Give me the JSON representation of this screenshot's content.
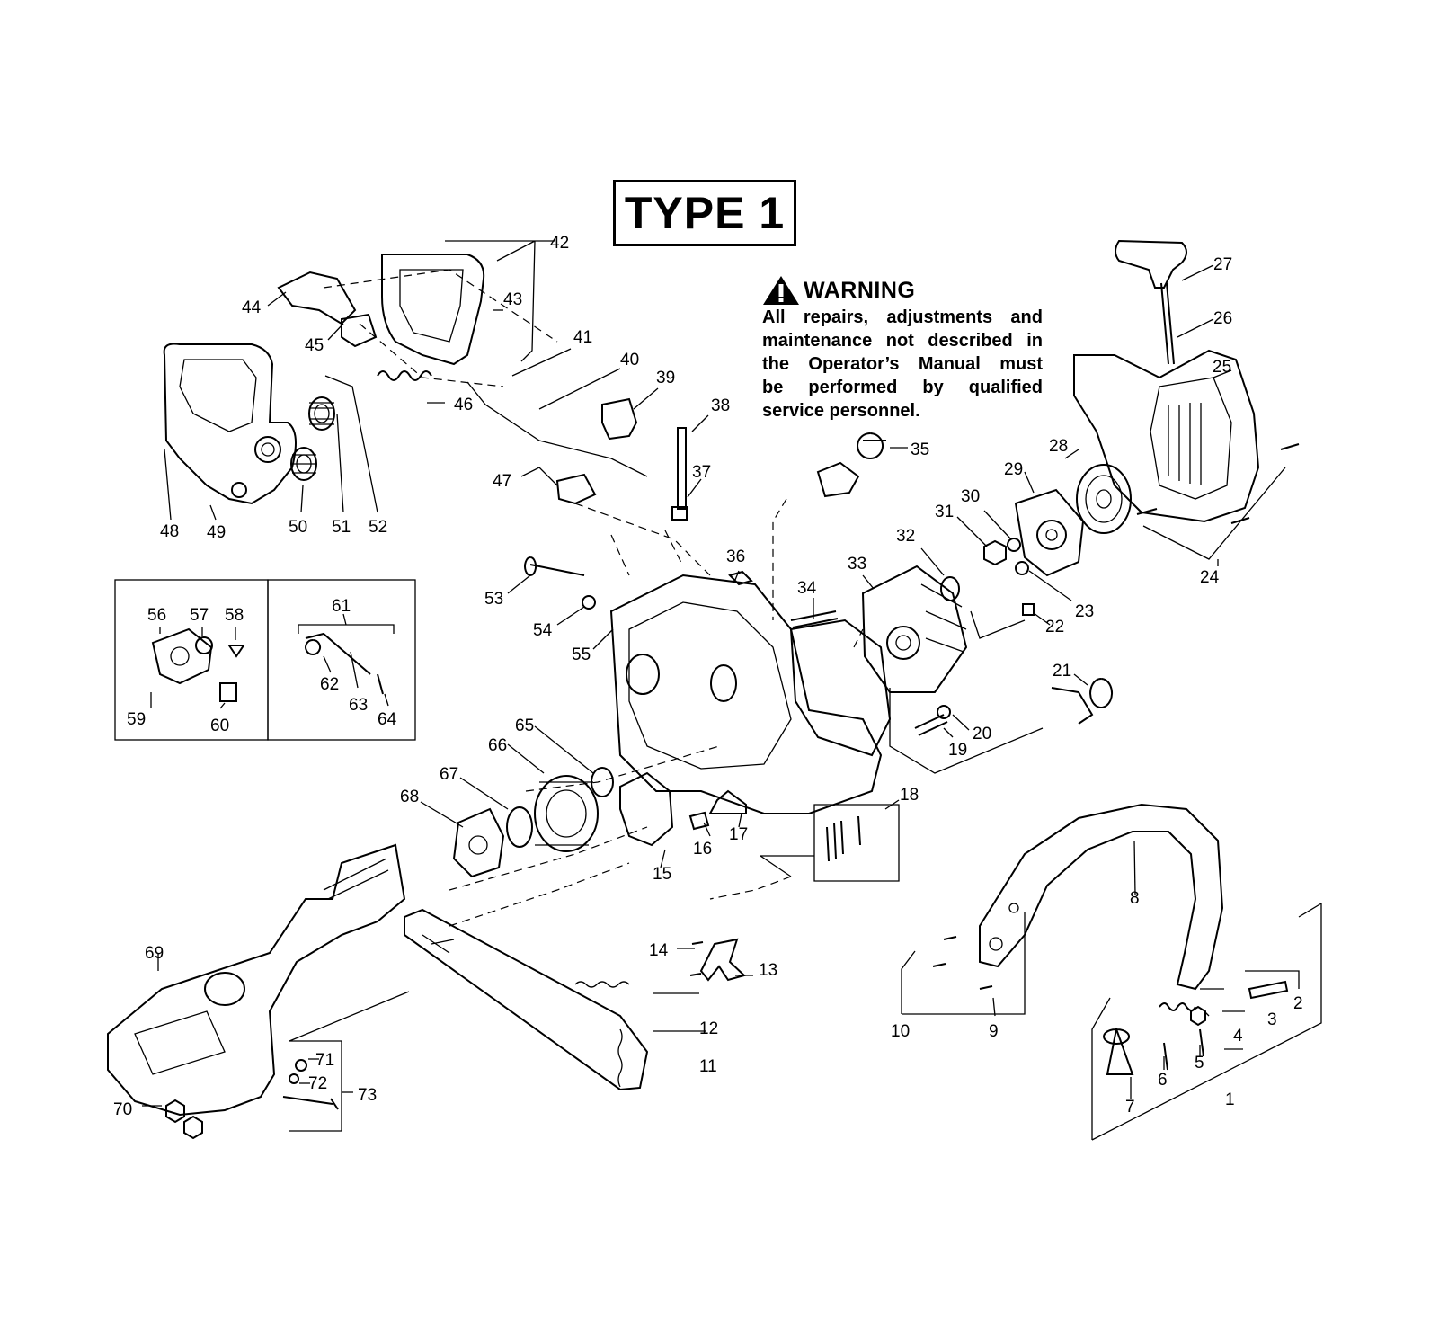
{
  "diagram": {
    "title_box": "TYPE 1",
    "warning": {
      "heading": "WARNING",
      "lines": [
        "All repairs, adjustments and",
        "maintenance not described in",
        "the Operator’s Manual must",
        "be performed by qualified",
        "service personnel."
      ]
    },
    "callouts": [
      "1",
      "2",
      "3",
      "4",
      "5",
      "6",
      "7",
      "8",
      "9",
      "10",
      "11",
      "12",
      "13",
      "14",
      "15",
      "16",
      "17",
      "18",
      "19",
      "20",
      "21",
      "22",
      "23",
      "24",
      "25",
      "26",
      "27",
      "28",
      "29",
      "30",
      "31",
      "32",
      "33",
      "34",
      "35",
      "36",
      "37",
      "38",
      "39",
      "40",
      "41",
      "42",
      "43",
      "44",
      "45",
      "46",
      "47",
      "48",
      "49",
      "50",
      "51",
      "52",
      "53",
      "54",
      "55",
      "56",
      "57",
      "58",
      "59",
      "60",
      "61",
      "62",
      "63",
      "64",
      "65",
      "66",
      "67",
      "68",
      "69",
      "70",
      "71",
      "72",
      "73"
    ]
  }
}
